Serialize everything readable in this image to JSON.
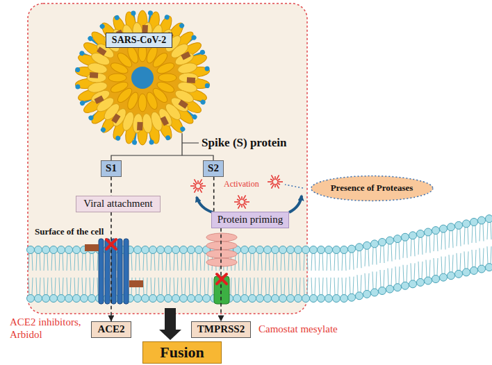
{
  "diagram": {
    "nodes": [
      {
        "text": [
          "SARS-CoV-2"
        ]
      },
      {
        "text": [
          "S1"
        ]
      },
      {
        "text": [
          "S2"
        ]
      },
      {
        "text": [
          "Viral attachment"
        ]
      },
      {
        "text": [
          "Presence of Proteases"
        ]
      },
      {
        "text": [
          "Protein priming"
        ]
      },
      {
        "text": [
          "ACE2"
        ]
      },
      {
        "text": [
          "TMPRSS2"
        ]
      },
      {
        "text": [
          "Fusion"
        ]
      }
    ],
    "edges": [
      {
        "from": 1,
        "to": 3,
        "arrow": "none"
      },
      {
        "from": 3,
        "to": 6,
        "arrow": "to"
      },
      {
        "from": 2,
        "to": 5,
        "arrow": "none"
      },
      {
        "from": 5,
        "to": 7,
        "arrow": "to"
      }
    ],
    "labels": [
      "Spike (S) protein",
      "Activation",
      "Surface of the cell",
      "ACE2 inhibitors, Arbidol",
      "Camostat mesylate"
    ]
  }
}
